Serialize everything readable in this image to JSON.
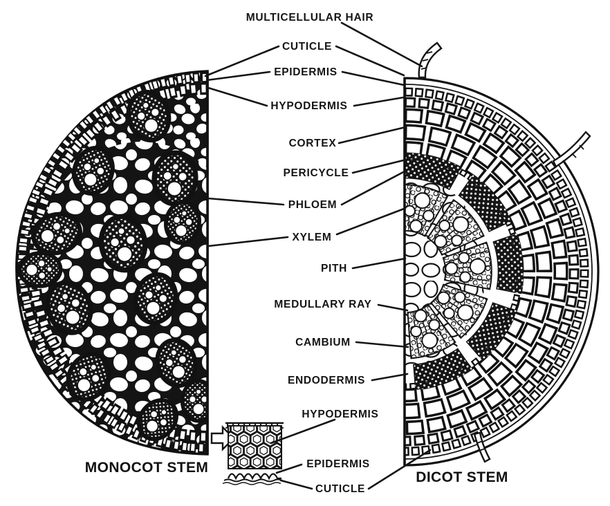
{
  "figure": {
    "captions": {
      "monocot": "MONOCOT STEM",
      "dicot": "DICOT STEM"
    },
    "center_labels": {
      "multicellular_hair": "MULTICELLULAR HAIR",
      "cuticle": "CUTICLE",
      "epidermis": "EPIDERMIS",
      "hypodermis": "HYPODERMIS",
      "cortex": "CORTEX",
      "pericycle": "PERICYCLE",
      "phloem": "PHLOEM",
      "xylem": "XYLEM",
      "pith": "PITH",
      "medullary_ray": "MEDULLARY RAY",
      "cambium": "CAMBIUM",
      "endodermis": "ENDODERMIS"
    },
    "inset_labels": {
      "hypodermis": "HYPODERMIS",
      "epidermis": "EPIDERMIS",
      "cuticle": "CUTICLE"
    },
    "colors": {
      "ink": "#151515",
      "paper": "#ffffff"
    }
  }
}
